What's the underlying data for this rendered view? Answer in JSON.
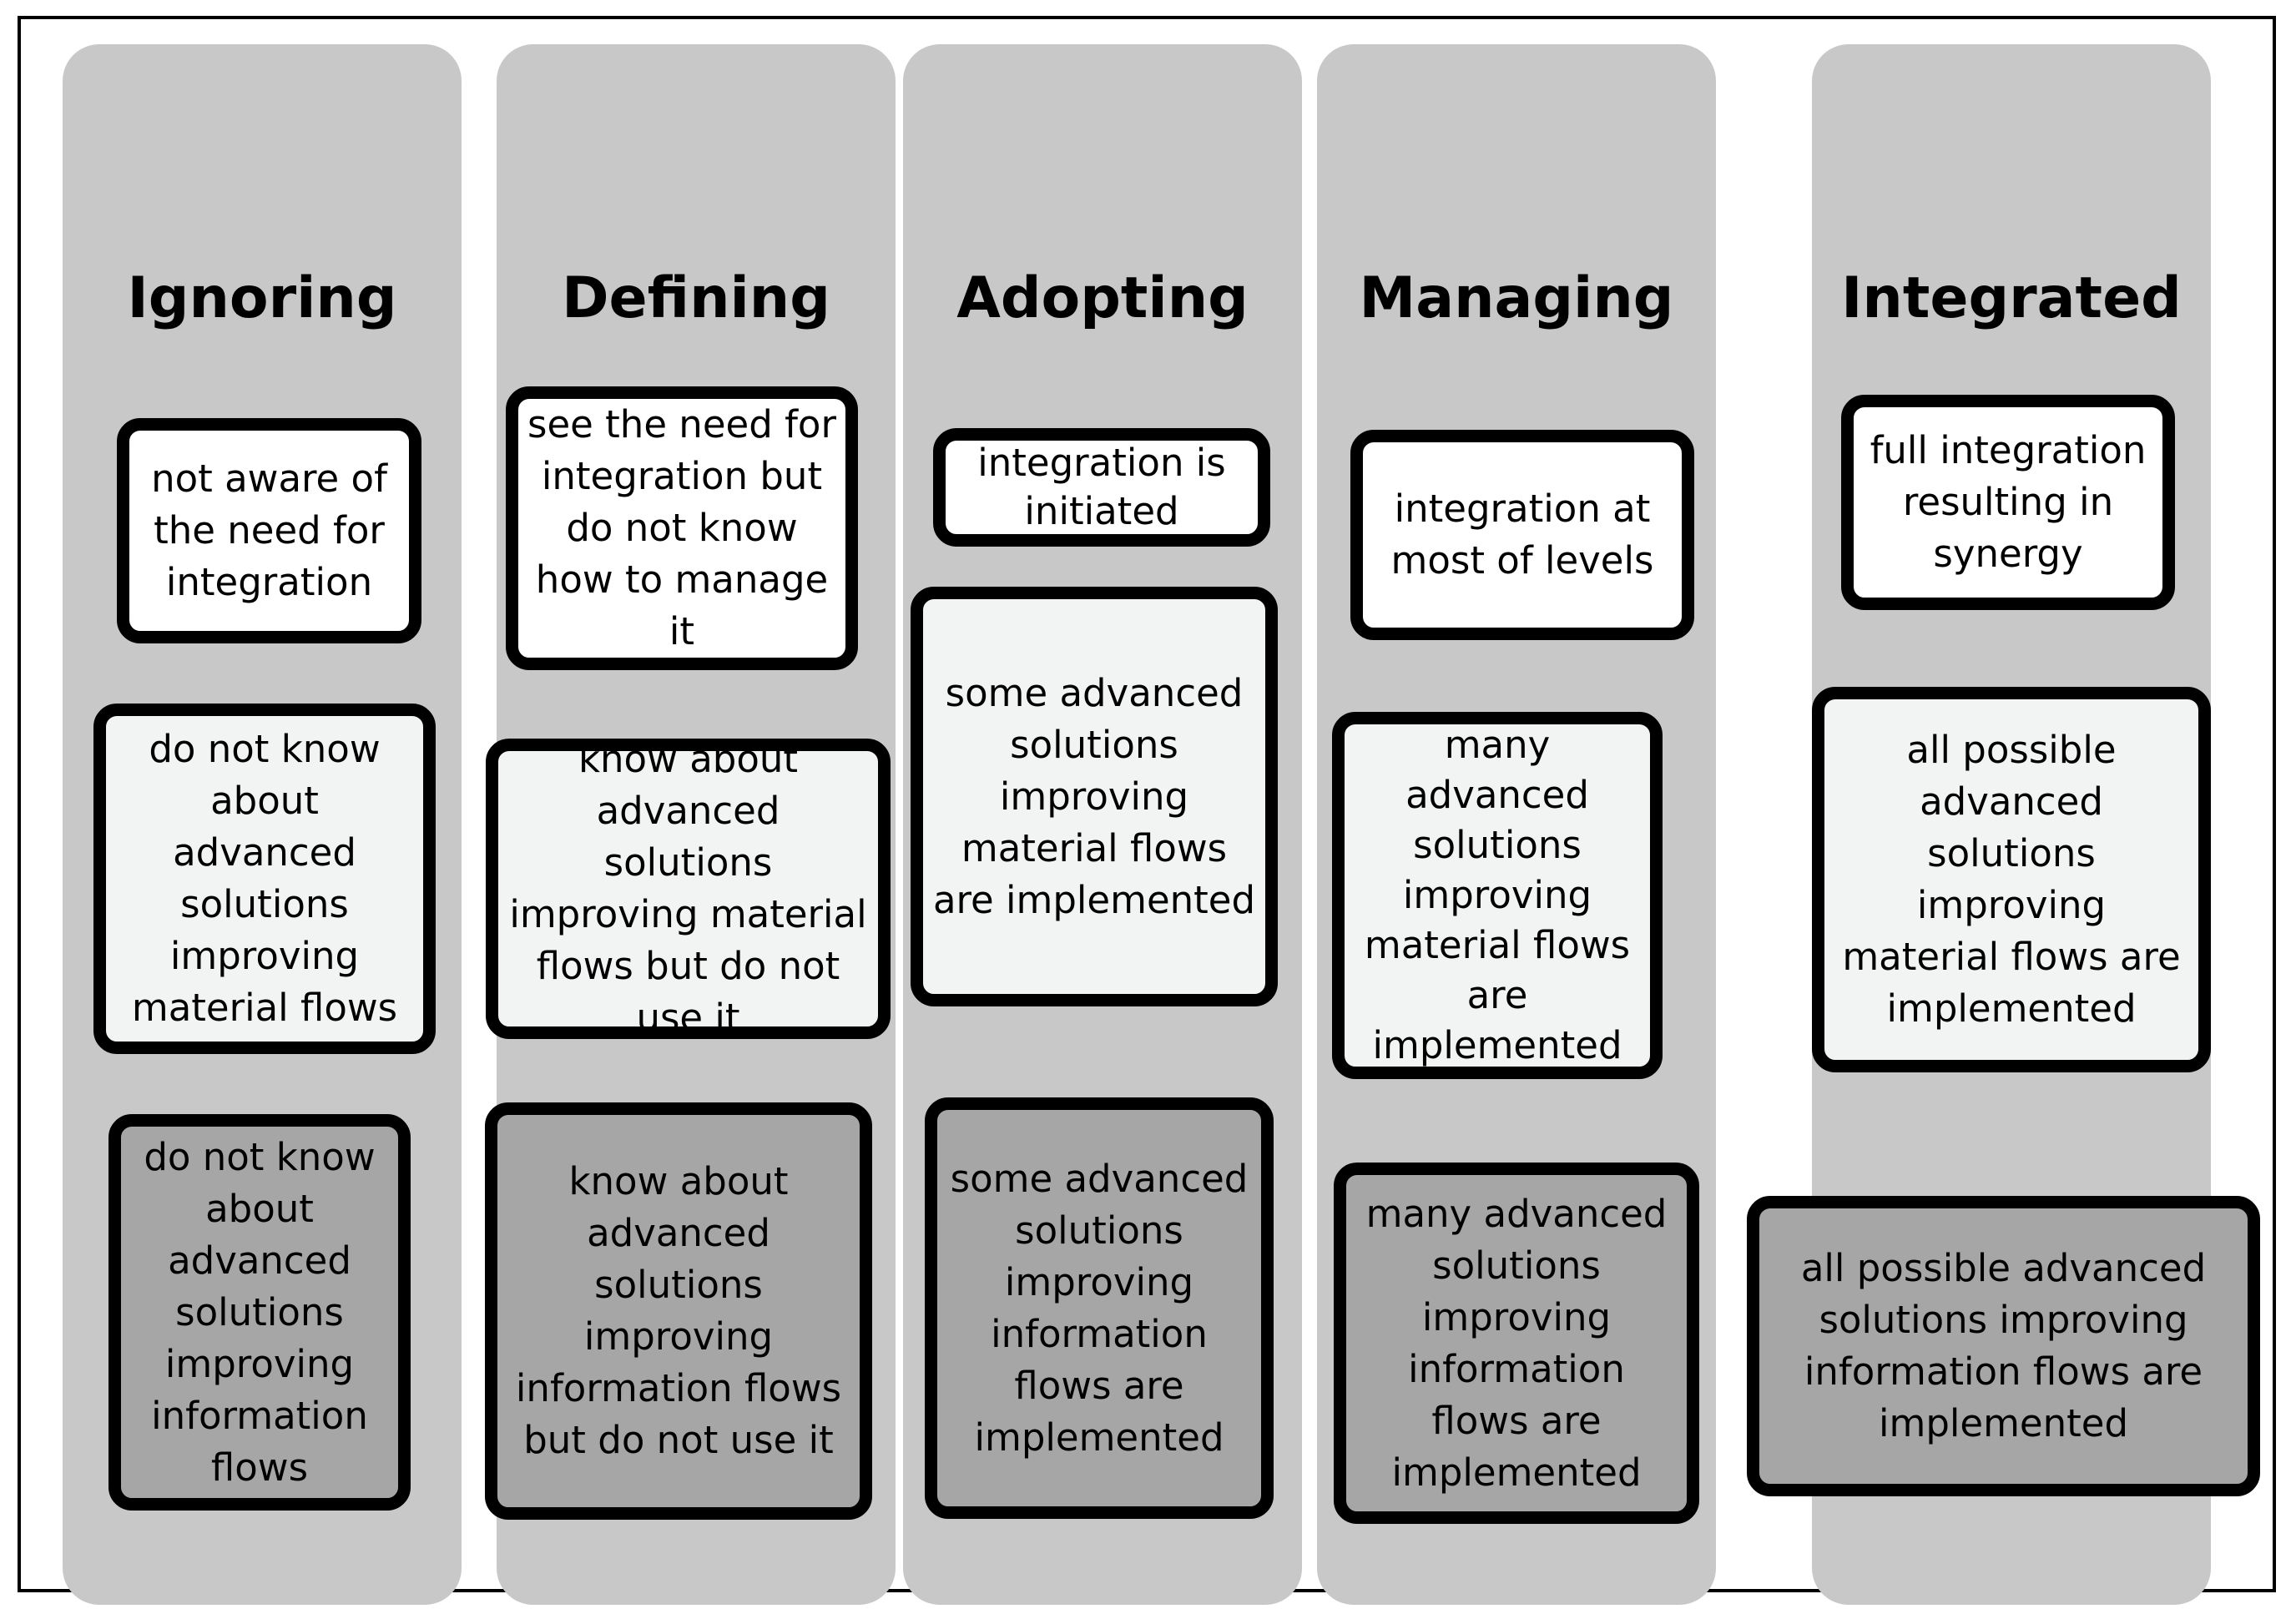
{
  "columns": [
    {
      "title": "Ignoring",
      "cards": [
        "not aware of the need for integration",
        "do not know about advanced solutions improving material flows",
        "do not know about advanced solutions improving information flows"
      ]
    },
    {
      "title": "Defining",
      "cards": [
        "see the need for integration but do not know how to manage it",
        "know about advanced solutions improving material flows but do not use it",
        "know about advanced solutions improving information flows but do not use it"
      ]
    },
    {
      "title": "Adopting",
      "cards": [
        "integration is initiated",
        "some advanced solutions improving material flows are implemented",
        "some advanced solutions improving information flows are implemented"
      ]
    },
    {
      "title": "Managing",
      "cards": [
        "integration at most of levels",
        "many advanced solutions improving material flows are implemented",
        "many advanced solutions improving information flows are implemented"
      ]
    },
    {
      "title": "Integrated",
      "cards": [
        "full integration resulting in synergy",
        "all possible advanced solutions improving material flows are implemented",
        "all possible advanced solutions improving information flows are implemented"
      ]
    }
  ],
  "colors": {
    "column_bg": "#c8c8c8",
    "card_awareness": "#ffffff",
    "card_material": "#f2f4f4",
    "card_information": "#a6a6a6",
    "border": "#000000"
  }
}
